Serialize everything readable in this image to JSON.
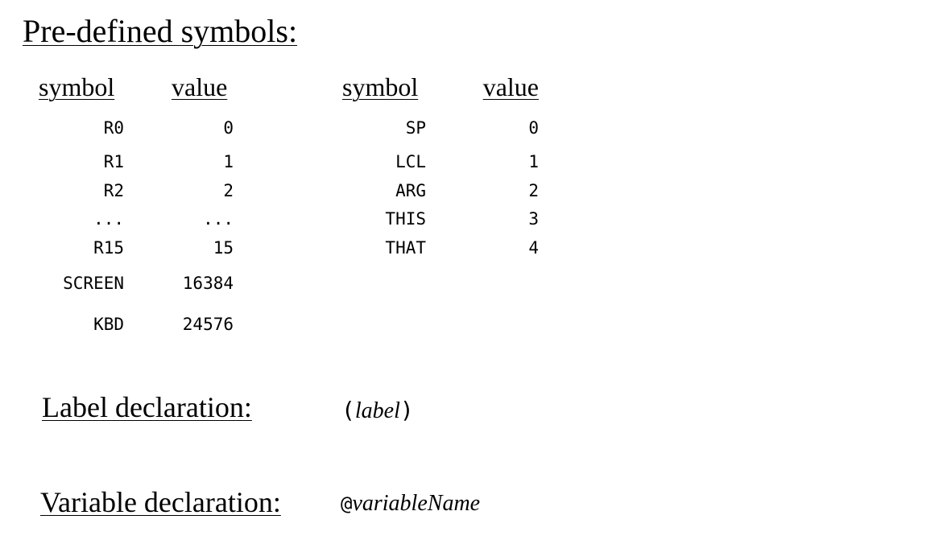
{
  "title": "Pre-defined symbols:",
  "table1": {
    "headers": [
      "symbol",
      "value"
    ],
    "rows": [
      [
        "R0",
        "0"
      ],
      [
        "R1",
        "1"
      ],
      [
        "R2",
        "2"
      ],
      [
        "...",
        "..."
      ],
      [
        "R15",
        "15"
      ],
      [
        "SCREEN",
        "16384"
      ],
      [
        "KBD",
        "24576"
      ]
    ]
  },
  "table2": {
    "headers": [
      "symbol",
      "value"
    ],
    "rows": [
      [
        "SP",
        "0"
      ],
      [
        "LCL",
        "1"
      ],
      [
        "ARG",
        "2"
      ],
      [
        "THIS",
        "3"
      ],
      [
        "THAT",
        "4"
      ]
    ]
  },
  "label_declaration": {
    "heading": "Label declaration:",
    "open_paren": "(",
    "syntax": "label",
    "close_paren": ")"
  },
  "variable_declaration": {
    "heading": "Variable declaration:",
    "at": "@",
    "syntax": "variableName"
  }
}
